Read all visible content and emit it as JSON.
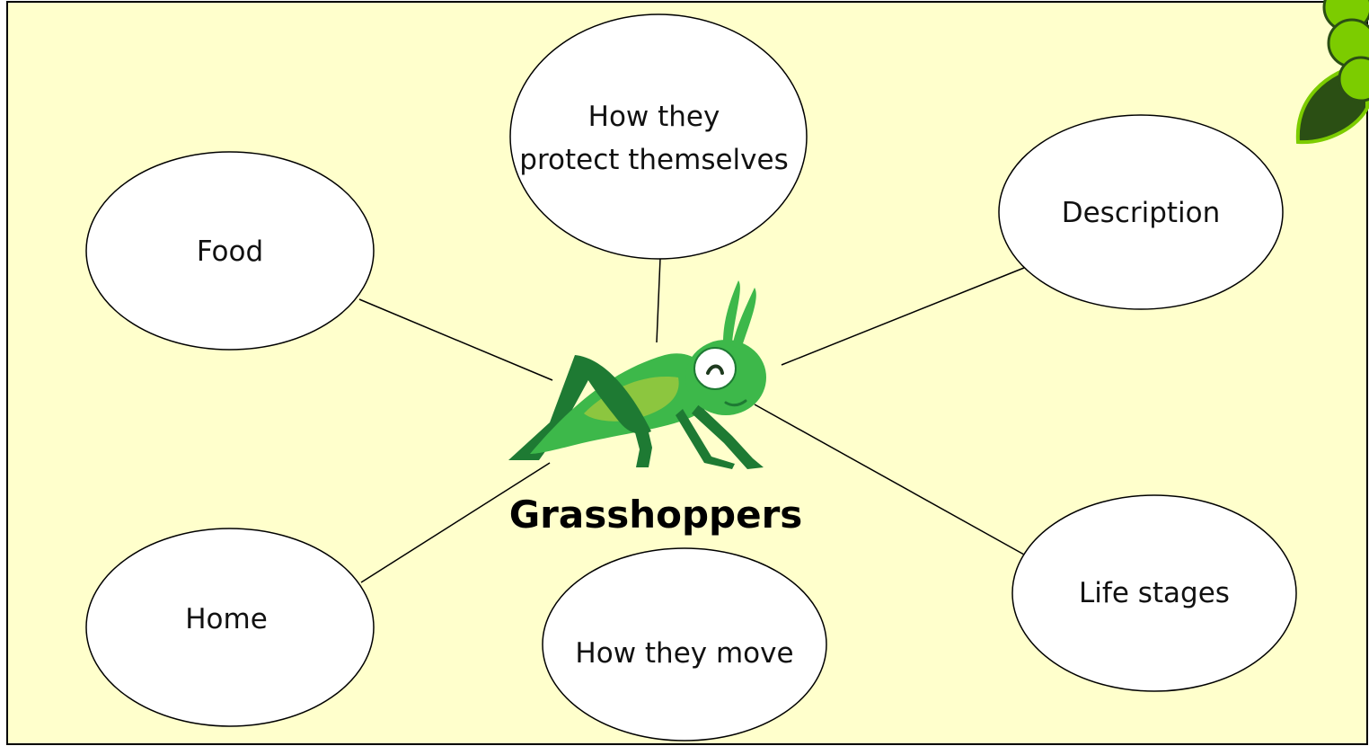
{
  "diagram": {
    "center": {
      "label": "Grasshoppers"
    },
    "nodes": [
      {
        "id": "food",
        "label": "Food"
      },
      {
        "id": "protect",
        "label_line1": "How they",
        "label_line2": "protect themselves"
      },
      {
        "id": "description",
        "label": "Description"
      },
      {
        "id": "home",
        "label": "Home"
      },
      {
        "id": "move",
        "label": "How they move"
      },
      {
        "id": "life",
        "label": "Life stages"
      }
    ]
  },
  "colors": {
    "background": "#ffffcc",
    "border": "#000000",
    "bubble_fill": "#ffffff",
    "grasshopper_body": "#3db84a",
    "grasshopper_dark": "#1e7a33",
    "grasshopper_wing": "#8cc63f",
    "leaf_dark": "#2b4f14",
    "leaf_light": "#7ccc00"
  }
}
